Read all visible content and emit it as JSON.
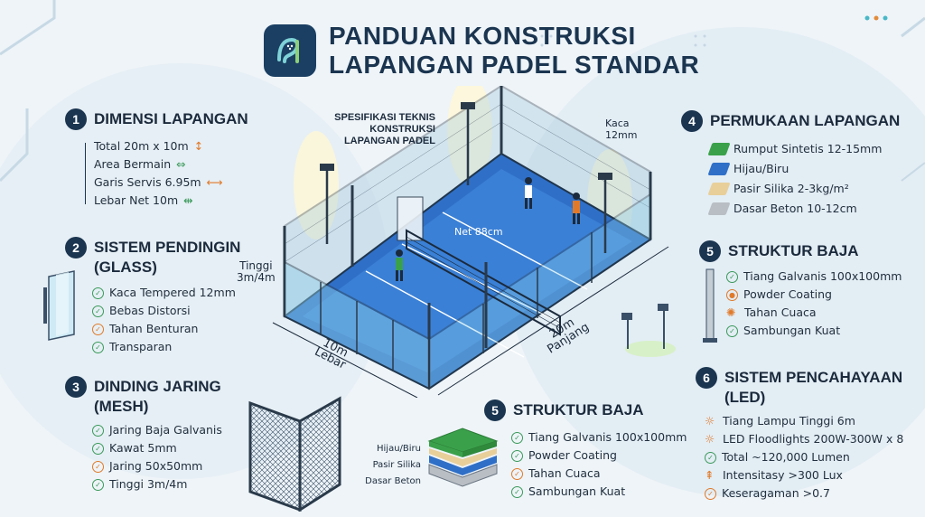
{
  "title": {
    "line1": "PANDUAN KONSTRUKSI",
    "line2": "LAPANGAN PADEL STANDAR"
  },
  "sections": {
    "s1": {
      "num": "1",
      "title": "DIMENSI LAPANGAN",
      "items": [
        "Total 20m x 10m",
        "Area Bermain",
        "Garis Servis 6.95m",
        "Lebar Net 10m"
      ]
    },
    "s2": {
      "num": "2",
      "title_a": "SISTEM PENDINGIN",
      "title_b": "(GLASS)",
      "items": [
        "Kaca Tempered 12mm",
        "Bebas Distorsi",
        "Tahan Benturan",
        "Transparan"
      ]
    },
    "s3": {
      "num": "3",
      "title_a": "DINDING JARING",
      "title_b": "(MESH)",
      "items": [
        "Jaring Baja Galvanis",
        "Kawat 5mm",
        "Jaring 50x50mm",
        "Tinggi 3m/4m"
      ]
    },
    "s4": {
      "num": "4",
      "title": "PERMUKAAN LAPANGAN",
      "items": [
        "Rumput Sintetis 12-15mm",
        "Hijau/Biru",
        "Pasir Silika 2-3kg/m²",
        "Dasar Beton 10-12cm"
      ]
    },
    "s5": {
      "num": "5",
      "title": "STRUKTUR BAJA",
      "items": [
        "Tiang Galvanis 100x100mm",
        "Powder Coating",
        "Tahan Cuaca",
        "Sambungan Kuat"
      ]
    },
    "s5b": {
      "num": "5",
      "title": "STRUKTUR BAJA",
      "items": [
        "Tiang Galvanis 100x100mm",
        "Powder Coating",
        "Tahan Cuaca",
        "Sambungan Kuat"
      ]
    },
    "s6": {
      "num": "6",
      "title_a": "SISTEM PENCAHAYAAN",
      "title_b": "(LED)",
      "items": [
        "Tiang Lampu Tinggi 6m",
        "LED Floodlights 200W-300W x 8",
        "Total ~120,000 Lumen",
        "Intensitasy >300 Lux",
        "Keseragaman >0.7"
      ]
    }
  },
  "annotations": {
    "spec_line1": "SPESIFIKASI TEKNIS",
    "spec_line2": "KONSTRUKSI",
    "spec_line3": "LAPANGAN PADEL",
    "kaca_a": "Kaca",
    "kaca_b": "12mm",
    "net": "Net 88cm",
    "tinggi_a": "Tinggi",
    "tinggi_b": "3m/4m",
    "lebar_a": "10m",
    "lebar_b": "Lebar",
    "panjang_a": "20m",
    "panjang_b": "Panjang",
    "layer1": "Hijau/Biru",
    "layer2": "Pasir Silika",
    "layer3": "Dasar Beton"
  },
  "colors": {
    "primary": "#1b3550",
    "court_blue": "#2f6fc7",
    "turf_green": "#3aa14a",
    "accent_orange": "#e07a2a",
    "check_green": "#3a9a5a"
  }
}
